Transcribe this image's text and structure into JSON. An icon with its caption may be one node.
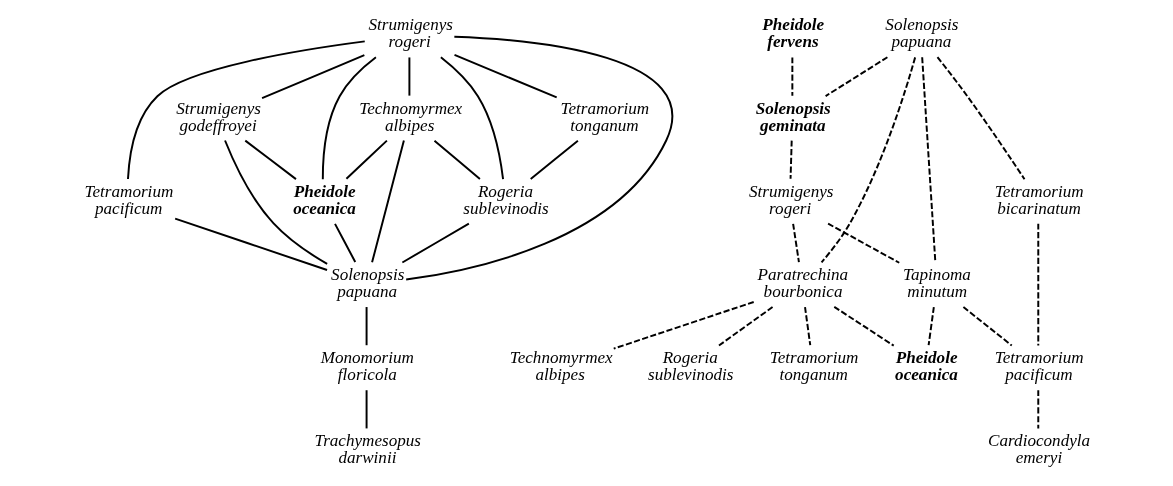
{
  "diagram": {
    "nodes": [
      {
        "text": [
          "Strumigenys rogeri"
        ]
      },
      {
        "text": [
          "Tetramorium pacificum"
        ]
      },
      {
        "text": [
          "Strumigenys godeffroyei"
        ]
      },
      {
        "text": [
          "Pheidole oceanica"
        ]
      },
      {
        "text": [
          "Technomyrmex albipes"
        ]
      },
      {
        "text": [
          "Solenopsis papuana"
        ]
      },
      {
        "text": [
          "Tetramorium tonganum"
        ]
      },
      {
        "text": [
          "Rogeria sublevinodis"
        ]
      },
      {
        "text": [
          "Monomorium floricola"
        ]
      },
      {
        "text": [
          "Trachymesopus darwinii"
        ]
      },
      {
        "text": [
          "Pheidole fervens"
        ]
      },
      {
        "text": [
          "Solenopsis papuana"
        ]
      },
      {
        "text": [
          "Solenopsis geminata"
        ]
      },
      {
        "text": [
          "Strumigenys rogeri"
        ]
      },
      {
        "text": [
          "Tetramorium bicarinatum"
        ]
      },
      {
        "text": [
          "Paratrechina bourbonica"
        ]
      },
      {
        "text": [
          "Tapinoma minutum"
        ]
      },
      {
        "text": [
          "Tetramorium pacificum"
        ]
      },
      {
        "text": [
          "Pheidole oceanica"
        ]
      },
      {
        "text": [
          "Rogeria sublevinodis"
        ]
      },
      {
        "text": [
          "Cardiocondyla emeryi"
        ]
      },
      {
        "text": [
          "Tetramorium tonganum"
        ]
      },
      {
        "text": [
          "Technomyrmex albipes"
        ]
      }
    ],
    "edges": [
      {
        "from": 0,
        "to": 1,
        "arrow": "none"
      },
      {
        "from": 0,
        "to": 2,
        "arrow": "none"
      },
      {
        "from": 0,
        "to": 5,
        "arrow": "none"
      },
      {
        "from": 0,
        "to": 3,
        "arrow": "none"
      },
      {
        "from": 0,
        "to": 4,
        "arrow": "none"
      },
      {
        "from": 0,
        "to": 7,
        "arrow": "none"
      },
      {
        "from": 0,
        "to": 6,
        "arrow": "none"
      },
      {
        "from": 2,
        "to": 3,
        "arrow": "none"
      },
      {
        "from": 2,
        "to": 5,
        "arrow": "none"
      },
      {
        "from": 1,
        "to": 5,
        "arrow": "none"
      },
      {
        "from": 4,
        "to": 3,
        "arrow": "none"
      },
      {
        "from": 3,
        "to": 5,
        "arrow": "none"
      },
      {
        "from": 4,
        "to": 5,
        "arrow": "none"
      },
      {
        "from": 4,
        "to": 7,
        "arrow": "none"
      },
      {
        "from": 7,
        "to": 5,
        "arrow": "none"
      },
      {
        "from": 6,
        "to": 7,
        "arrow": "none"
      },
      {
        "from": 5,
        "to": 8,
        "arrow": "none"
      },
      {
        "from": 8,
        "to": 9,
        "arrow": "none"
      },
      {
        "from": 10,
        "to": 12,
        "arrow": "none",
        "style": "dashed"
      },
      {
        "from": 11,
        "to": 12,
        "arrow": "none",
        "style": "dashed"
      },
      {
        "from": 12,
        "to": 13,
        "arrow": "none",
        "style": "dashed"
      },
      {
        "from": 11,
        "to": 14,
        "arrow": "none",
        "style": "dashed"
      },
      {
        "from": 11,
        "to": 15,
        "arrow": "none",
        "style": "dashed"
      },
      {
        "from": 11,
        "to": 16,
        "arrow": "none",
        "style": "dashed"
      },
      {
        "from": 13,
        "to": 15,
        "arrow": "none",
        "style": "dashed"
      },
      {
        "from": 13,
        "to": 16,
        "arrow": "none",
        "style": "dashed"
      },
      {
        "from": 14,
        "to": 17,
        "arrow": "none",
        "style": "dashed"
      },
      {
        "from": 16,
        "to": 17,
        "arrow": "none",
        "style": "dashed"
      },
      {
        "from": 16,
        "to": 18,
        "arrow": "none",
        "style": "dashed"
      },
      {
        "from": 15,
        "to": 18,
        "arrow": "none",
        "style": "dashed"
      },
      {
        "from": 15,
        "to": 19,
        "arrow": "none",
        "style": "dashed"
      },
      {
        "from": 15,
        "to": 21,
        "arrow": "none",
        "style": "dashed"
      },
      {
        "from": 15,
        "to": 22,
        "arrow": "none",
        "style": "dashed"
      },
      {
        "from": 17,
        "to": 20,
        "arrow": "none",
        "style": "dashed"
      }
    ]
  }
}
